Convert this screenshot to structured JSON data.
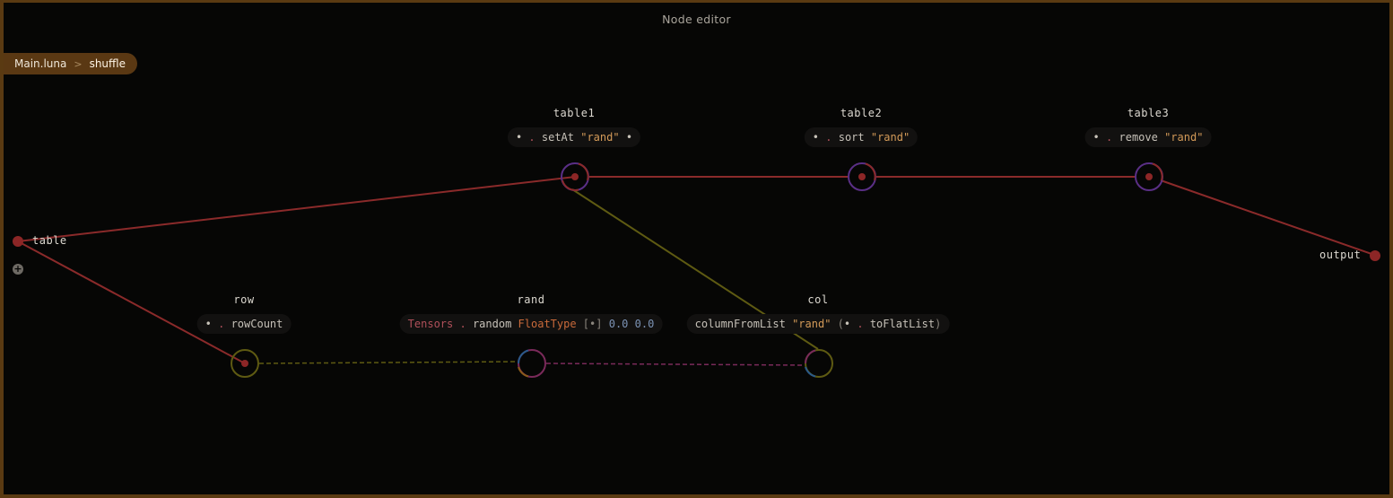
{
  "window": {
    "title": "Node editor"
  },
  "breadcrumb": {
    "items": [
      "Main.luna",
      "shuffle"
    ],
    "separator": ">"
  },
  "inputs": {
    "port_label": "table",
    "add_port_symbol": "+"
  },
  "outputs": {
    "port_label": "output"
  },
  "nodes": {
    "table1": {
      "name": "table1",
      "expr": [
        "•",
        ".",
        "setAt",
        "\"rand\"",
        "•"
      ]
    },
    "table2": {
      "name": "table2",
      "expr": [
        "•",
        ".",
        "sort",
        "\"rand\""
      ]
    },
    "table3": {
      "name": "table3",
      "expr": [
        "•",
        ".",
        "remove",
        "\"rand\""
      ]
    },
    "row": {
      "name": "row",
      "expr": [
        "•",
        ".",
        "rowCount"
      ]
    },
    "rand": {
      "name": "rand",
      "expr": [
        "Tensors",
        ".",
        "random",
        "FloatType",
        "[•]",
        "0.0",
        "0.0"
      ]
    },
    "col": {
      "name": "col",
      "expr": [
        "columnFromList",
        "\"rand\"",
        "(",
        "•",
        ".",
        "toFlatList",
        ")"
      ]
    }
  },
  "colors": {
    "table_edge": "#8a2a2a",
    "number_edge": "#5e5a12",
    "tensor_edge": "#7a2a5a",
    "node_ring_table": "#5a2f86",
    "node_ring_number": "#5e5a12",
    "node_ring_tensor": "#7a2a5a",
    "port_dot": "#8c2626",
    "breadcrumb_bg": "#5a3813",
    "frame": "#5a3a12"
  }
}
